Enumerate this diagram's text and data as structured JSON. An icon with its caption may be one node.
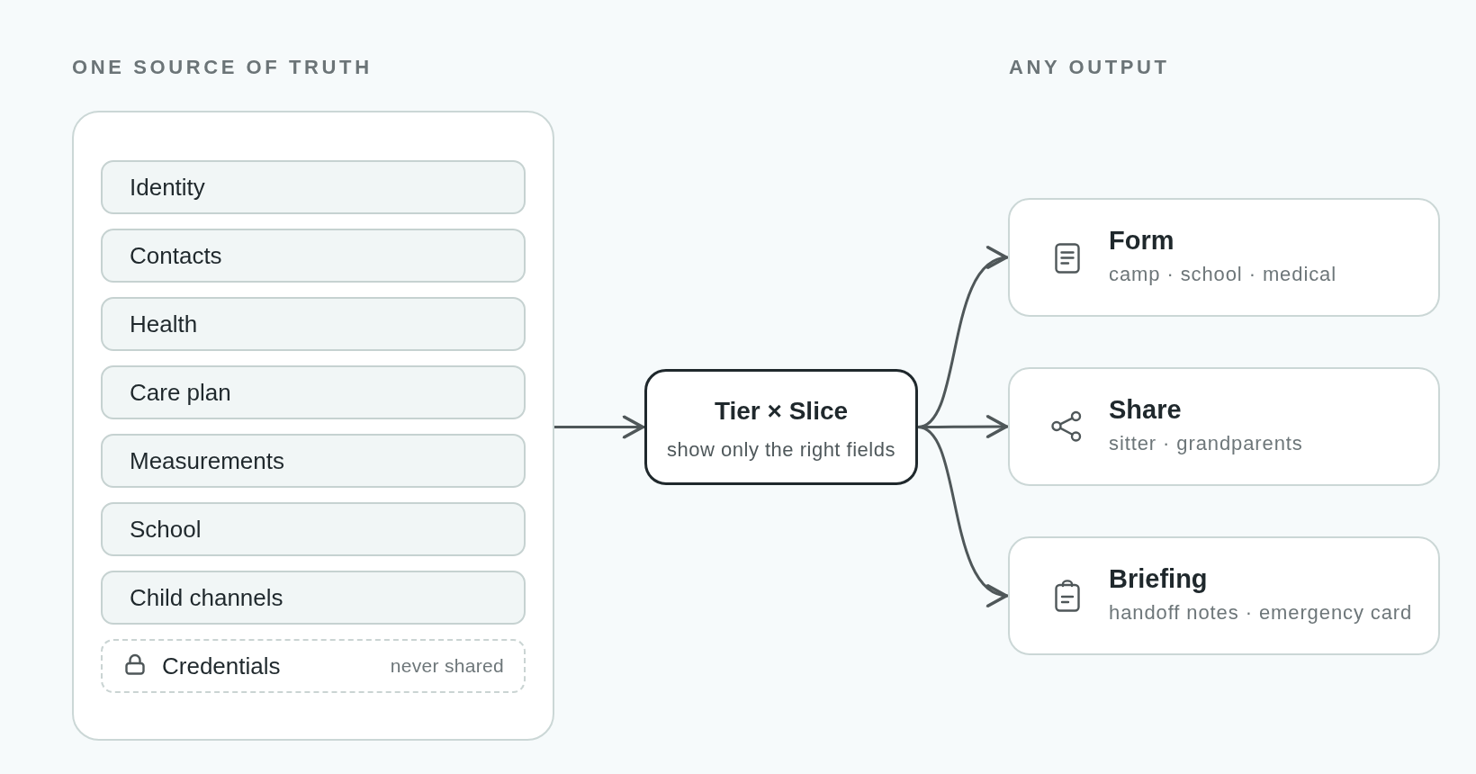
{
  "diagram": {
    "nodes": [
      {
        "text": [],
        "shape": "box"
      },
      {
        "text": [
          "Identity"
        ],
        "in": 0
      },
      {
        "text": [
          "Contacts"
        ],
        "in": 0
      },
      {
        "text": [
          "Health"
        ],
        "in": 0
      },
      {
        "text": [
          "Care plan"
        ],
        "in": 0
      },
      {
        "text": [
          "Measurements"
        ],
        "in": 0
      },
      {
        "text": [
          "School"
        ],
        "in": 0
      },
      {
        "text": [
          "Child channels"
        ],
        "in": 0
      },
      {
        "text": [
          "Credentials",
          "never shared"
        ],
        "in": 0
      },
      {
        "text": [
          "Tier × Slice",
          "show only the right fields"
        ]
      },
      {
        "text": [
          "Form",
          "camp · school · medical"
        ]
      },
      {
        "text": [
          "Share",
          "sitter · grandparents"
        ]
      },
      {
        "text": [
          "Briefing",
          "handoff notes · emergency card"
        ]
      }
    ],
    "edges": [
      {
        "from": 0,
        "to": 9,
        "arrow": "to"
      },
      {
        "from": 9,
        "to": 10,
        "arrow": "to"
      },
      {
        "from": 9,
        "to": 11,
        "arrow": "to"
      },
      {
        "from": 9,
        "to": 12,
        "arrow": "to"
      }
    ],
    "labels": [
      "ONE SOURCE OF TRUTH",
      "ANY OUTPUT"
    ]
  }
}
